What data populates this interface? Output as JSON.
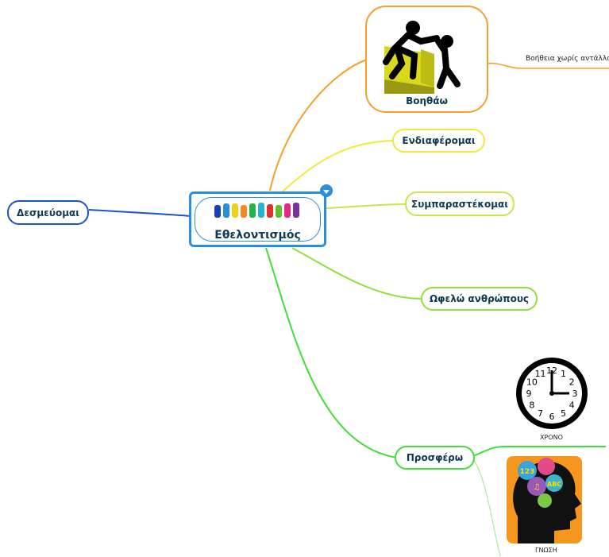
{
  "map": {
    "central": {
      "title": "Εθελοντισμός"
    },
    "branches": {
      "helping": {
        "label": "Βοηθάω",
        "subtopic": "Βοήθεια χωρίς αντάλλαγμ"
      },
      "interested": {
        "label": "Ενδιαφέρομαι"
      },
      "support": {
        "label": "Συμπαραστέκομαι"
      },
      "benefit": {
        "label": "Ωφελώ ανθρώπους"
      },
      "offer": {
        "label": "Προσφέρω",
        "items": [
          {
            "label": "ΧΡΟΝΟ"
          },
          {
            "label": "ΓΝΩΣΗ"
          }
        ]
      },
      "commit": {
        "label": "Δεσμεύομαι"
      }
    },
    "clock_numbers": [
      "12",
      "1",
      "2",
      "3",
      "4",
      "5",
      "6",
      "7",
      "8",
      "9",
      "10",
      "11"
    ]
  }
}
